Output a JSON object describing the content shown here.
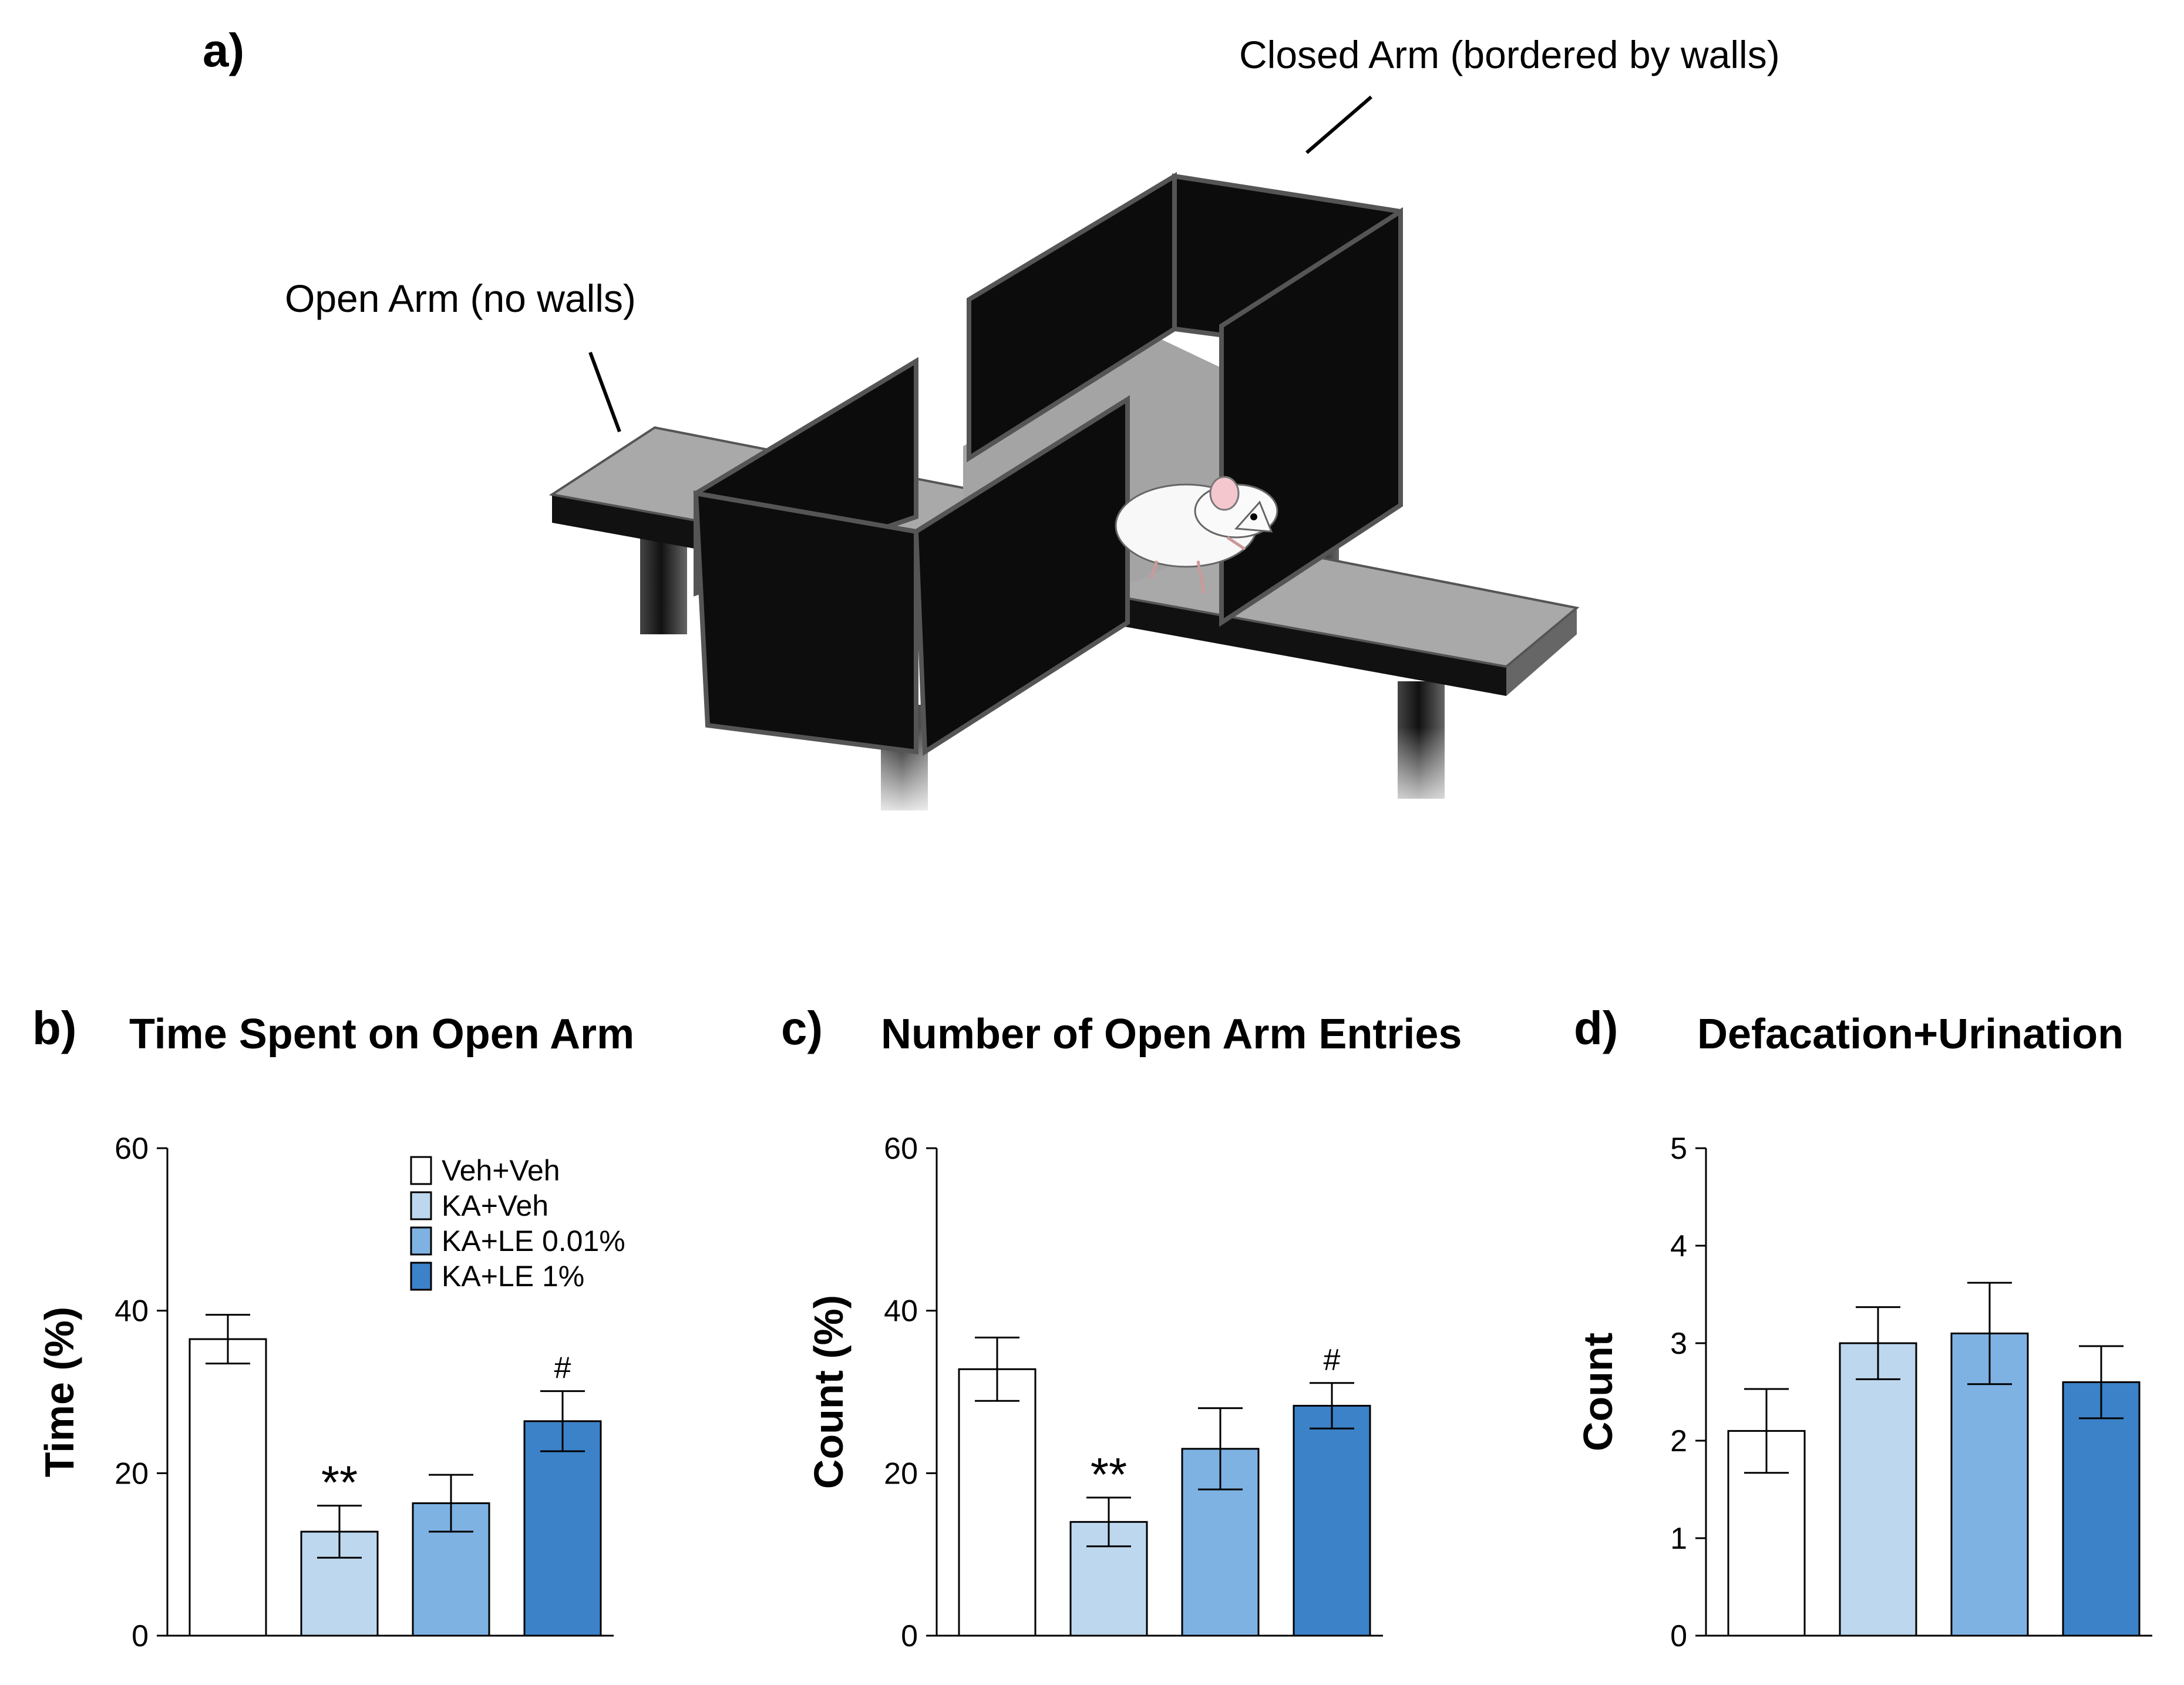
{
  "panel_a": {
    "letter": "a)",
    "open_arm_label": "Open Arm (no walls)",
    "closed_arm_label": "Closed Arm (bordered by walls)"
  },
  "colors": {
    "Veh+Veh": "#ffffff",
    "KA+Veh": "#bdd7ee",
    "KA+LE 0.01%": "#7eb2e3",
    "KA+LE 1%": "#3c82c8",
    "wall": "#101010",
    "arm": "#a9a9a9"
  },
  "chart_data": [
    {
      "panel": "b)",
      "type": "bar",
      "title": "Time Spent on Open Arm",
      "ylabel": "Time (%)",
      "xlabel": "",
      "ylim": [
        0,
        60
      ],
      "yticks": [
        "0",
        "20",
        "40",
        "60"
      ],
      "categories": [
        "Veh+Veh",
        "KA+Veh",
        "KA+LE 0.01%",
        "KA+LE 1%"
      ],
      "values": [
        36.5,
        12.8,
        16.3,
        26.4
      ],
      "errors": [
        3.0,
        3.2,
        3.5,
        3.7
      ],
      "annotations": [
        "",
        "**",
        "",
        "#"
      ],
      "legend": {
        "placement": "top-right",
        "entries": [
          "Veh+Veh",
          "KA+Veh",
          "KA+LE 0.01%",
          "KA+LE 1%"
        ]
      }
    },
    {
      "panel": "c)",
      "type": "bar",
      "title": "Number of Open Arm Entries",
      "ylabel": "Count (%)",
      "xlabel": "",
      "ylim": [
        0,
        60
      ],
      "yticks": [
        "0",
        "20",
        "40",
        "60"
      ],
      "categories": [
        "Veh+Veh",
        "KA+Veh",
        "KA+LE 0.01%",
        "KA+LE 1%"
      ],
      "values": [
        32.8,
        14.0,
        23.0,
        28.3
      ],
      "errors": [
        3.9,
        3.0,
        5.0,
        2.8
      ],
      "annotations": [
        "",
        "**",
        "",
        "#"
      ]
    },
    {
      "panel": "d)",
      "type": "bar",
      "title": "Defacation+Urination",
      "ylabel": "Count",
      "xlabel": "",
      "ylim": [
        0,
        5
      ],
      "yticks": [
        "0",
        "1",
        "2",
        "3",
        "4",
        "5"
      ],
      "categories": [
        "Veh+Veh",
        "KA+Veh",
        "KA+LE 0.01%",
        "KA+LE 1%"
      ],
      "values": [
        2.1,
        3.0,
        3.1,
        2.6
      ],
      "errors": [
        0.43,
        0.37,
        0.52,
        0.37
      ],
      "annotations": [
        "",
        "",
        "",
        ""
      ]
    }
  ]
}
